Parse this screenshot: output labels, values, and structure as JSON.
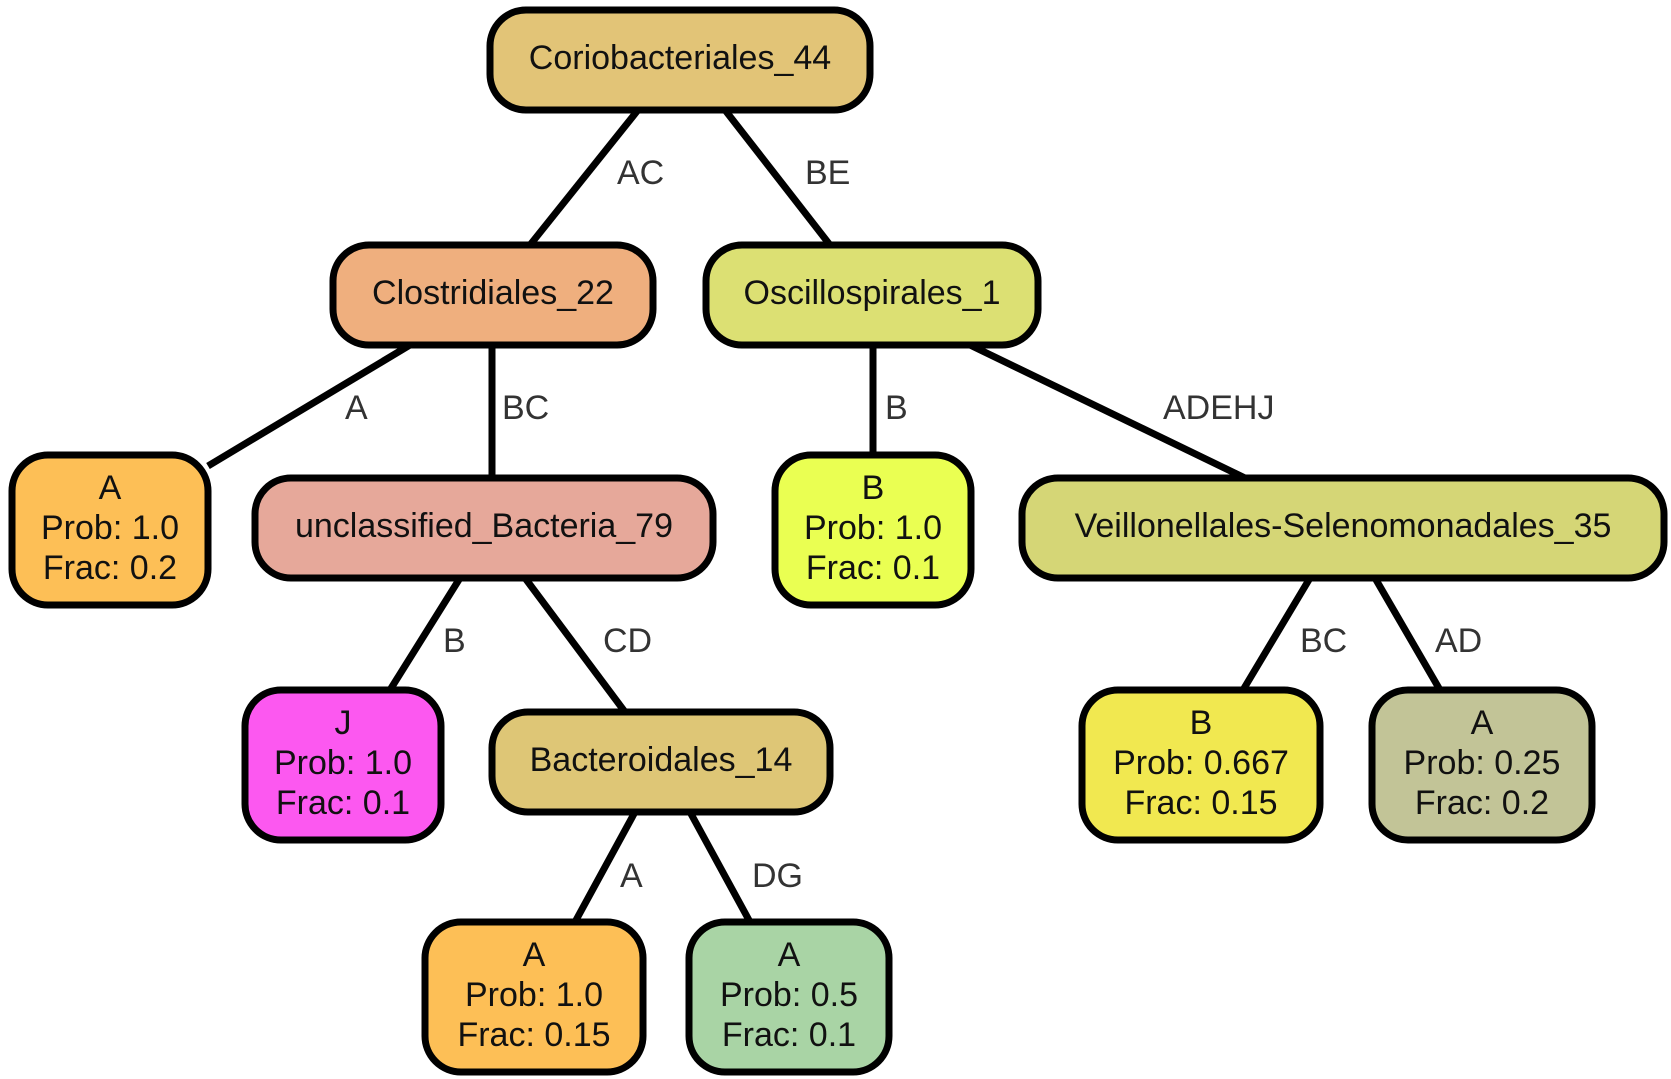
{
  "nodes": [
    {
      "id": "root",
      "lines": [
        "Coriobacteriales_44"
      ],
      "color": "#e2c477"
    },
    {
      "id": "clos",
      "lines": [
        "Clostridiales_22"
      ],
      "color": "#efaf7e"
    },
    {
      "id": "osc",
      "lines": [
        "Oscillospirales_1"
      ],
      "color": "#dce073"
    },
    {
      "id": "leafA1",
      "lines": [
        "A",
        "Prob: 1.0",
        "Frac: 0.2"
      ],
      "color": "#fdbf56"
    },
    {
      "id": "uncl",
      "lines": [
        "unclassified_Bacteria_79"
      ],
      "color": "#e6a89a"
    },
    {
      "id": "leafB1",
      "lines": [
        "B",
        "Prob: 1.0",
        "Frac: 0.1"
      ],
      "color": "#eaff52"
    },
    {
      "id": "veil",
      "lines": [
        "Veillonellales-Selenomonadales_35"
      ],
      "color": "#d5d676"
    },
    {
      "id": "leafJ",
      "lines": [
        "J",
        "Prob: 1.0",
        "Frac: 0.1"
      ],
      "color": "#fc58f0"
    },
    {
      "id": "bact",
      "lines": [
        "Bacteroidales_14"
      ],
      "color": "#dec676"
    },
    {
      "id": "leafB2",
      "lines": [
        "B",
        "Prob: 0.667",
        "Frac: 0.15"
      ],
      "color": "#f1e850"
    },
    {
      "id": "leafA4",
      "lines": [
        "A",
        "Prob: 0.25",
        "Frac: 0.2"
      ],
      "color": "#c2c497"
    },
    {
      "id": "leafA2",
      "lines": [
        "A",
        "Prob: 1.0",
        "Frac: 0.15"
      ],
      "color": "#fdbf56"
    },
    {
      "id": "leafA3",
      "lines": [
        "A",
        "Prob: 0.5",
        "Frac: 0.1"
      ],
      "color": "#a9d4a5"
    }
  ],
  "edges": [
    {
      "id": "root-clos",
      "from": "root",
      "to": "clos",
      "label": "AC"
    },
    {
      "id": "root-osc",
      "from": "root",
      "to": "osc",
      "label": "BE"
    },
    {
      "id": "clos-leafA1",
      "from": "clos",
      "to": "leafA1",
      "label": "A"
    },
    {
      "id": "clos-uncl",
      "from": "clos",
      "to": "uncl",
      "label": "BC"
    },
    {
      "id": "osc-leafB1",
      "from": "osc",
      "to": "leafB1",
      "label": "B"
    },
    {
      "id": "osc-veil",
      "from": "osc",
      "to": "veil",
      "label": "ADEHJ"
    },
    {
      "id": "uncl-leafJ",
      "from": "uncl",
      "to": "leafJ",
      "label": "B"
    },
    {
      "id": "uncl-bact",
      "from": "uncl",
      "to": "bact",
      "label": "CD"
    },
    {
      "id": "veil-leafB2",
      "from": "veil",
      "to": "leafB2",
      "label": "BC"
    },
    {
      "id": "veil-leafA4",
      "from": "veil",
      "to": "leafA4",
      "label": "AD"
    },
    {
      "id": "bact-leafA2",
      "from": "bact",
      "to": "leafA2",
      "label": "A"
    },
    {
      "id": "bact-leafA3",
      "from": "bact",
      "to": "leafA3",
      "label": "DG"
    }
  ]
}
